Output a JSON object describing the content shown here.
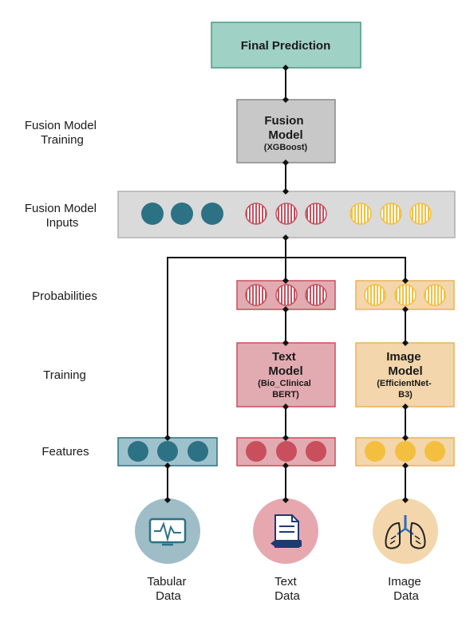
{
  "row_labels": {
    "fusion_training": [
      "Fusion Model",
      "Training"
    ],
    "fusion_inputs": [
      "Fusion Model",
      "Inputs"
    ],
    "probabilities": "Probabilities",
    "training": "Training",
    "features": "Features"
  },
  "final_prediction": "Final Prediction",
  "fusion_model": {
    "title": [
      "Fusion",
      "Model"
    ],
    "sub": "(XGBoost)"
  },
  "text_model": {
    "title": [
      "Text",
      "Model"
    ],
    "sub": [
      "(Bio_Clinical",
      "BERT)"
    ]
  },
  "image_model": {
    "title": [
      "Image",
      "Model"
    ],
    "sub": [
      "(EfficientNet-",
      "B3)"
    ]
  },
  "sources": {
    "tabular": [
      "Tabular",
      "Data"
    ],
    "text": [
      "Text",
      "Data"
    ],
    "image": [
      "Image",
      "Data"
    ]
  },
  "colors": {
    "tabular": "#2d7185",
    "text": "#c94f5d",
    "image": "#f4bf3e",
    "final_fill": "#9fd1c4",
    "fusion_fill": "#c8c8c8",
    "inputs_fill": "#dadada",
    "text_box_fill": "#e2aab1",
    "image_box_fill": "#f3d6ab"
  }
}
